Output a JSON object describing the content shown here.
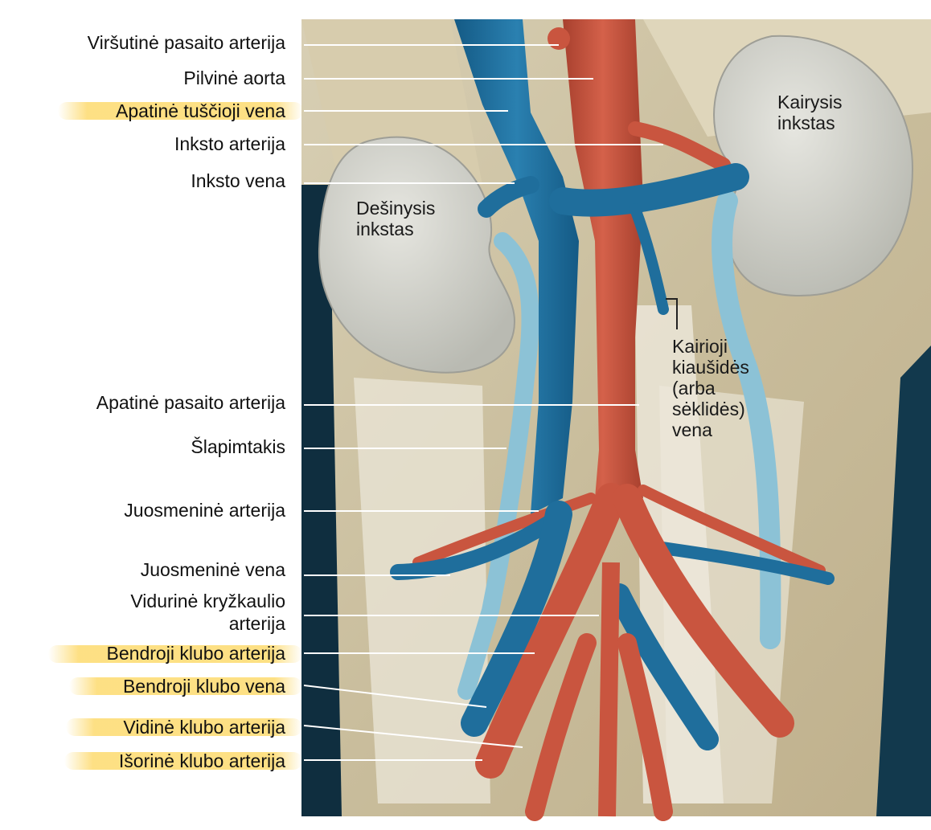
{
  "labels": {
    "upper_mesenteric_artery": "Viršutinė pasaito arterija",
    "abdominal_aorta": "Pilvinė aorta",
    "inferior_vena_cava": "Apatinė tuščioji vena",
    "renal_artery": "Inksto arterija",
    "renal_vein": "Inksto vena",
    "lower_mesenteric_artery": "Apatinė pasaito arterija",
    "ureter": "Šlapimtakis",
    "lumbar_artery": "Juosmeninė arterija",
    "lumbar_vein": "Juosmeninė vena",
    "median_sacral_artery_line1": "Vidurinė kryžkaulio",
    "median_sacral_artery_line2": "arterija",
    "common_iliac_artery": "Bendroji klubo arterija",
    "common_iliac_vein": "Bendroji klubo vena",
    "internal_iliac_artery": "Vidinė klubo arterija",
    "external_iliac_artery": "Išorinė klubo arterija"
  },
  "in_image_labels": {
    "right_kidney_line1": "Dešinysis",
    "right_kidney_line2": "inkstas",
    "left_kidney_line1": "Kairysis",
    "left_kidney_line2": "inkstas",
    "left_gonadal_vein_line1": "Kairioji",
    "left_gonadal_vein_line2": "kiaušidės",
    "left_gonadal_vein_line3": "(arba",
    "left_gonadal_vein_line4": "sėklidės)",
    "left_gonadal_vein_line5": "vena"
  },
  "colors": {
    "vein": "#1f6e9c",
    "artery": "#c9553f",
    "ureter": "#8cc2d6",
    "kidney": "#d9d9d2",
    "tissue": "#cfc4a6",
    "highlight": "#fdda6e",
    "leader": "#ffffff"
  }
}
